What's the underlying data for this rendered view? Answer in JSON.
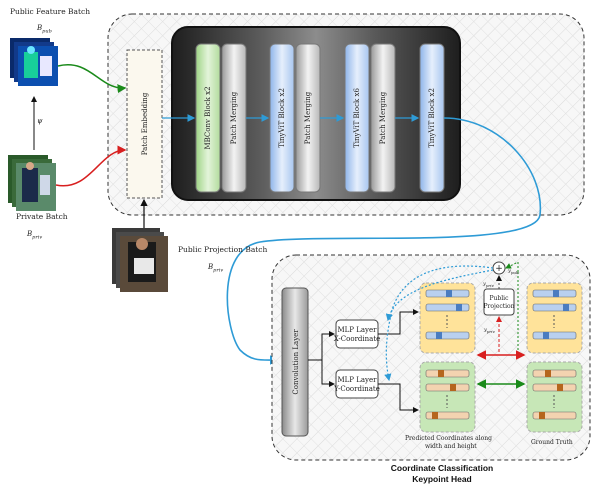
{
  "inputs": {
    "public_feature_batch": "Public Feature Batch",
    "b_pub": "B_pub",
    "psi": "ψ",
    "private_batch": "Private Batch",
    "b_priv": "B_priv",
    "public_projection_batch": "Public Projection Batch",
    "b_priv_proj": "B_priv"
  },
  "backbone": {
    "patch_embedding": "Patch Embedding",
    "blocks": [
      "MBConv Block x2",
      "Patch Merging",
      "TinyViT Block x2",
      "Patch Merging",
      "TinyViT Block x6",
      "Patch Merging",
      "TinyViT Block x2"
    ]
  },
  "head": {
    "conv_layer": "Convolution Layer",
    "mlp_x_line1": "MLP Layer",
    "mlp_x_line2": "X-Coordinate",
    "mlp_y_line1": "MLP Layer",
    "mlp_y_line2": "Y-Coordinate",
    "public_projection_line1": "Public",
    "public_projection_line2": "Projection",
    "plus": "+",
    "y_pub": "y_pub",
    "y_priv_top": "y_priv",
    "y_priv_mid": "y_priv",
    "predicted_caption_line1": "Predicted Coordinates along",
    "predicted_caption_line2": "width and height",
    "ground_truth": "Ground Truth",
    "title_line1": "Coordinate Classification",
    "title_line2": "Keypoint Head"
  },
  "colors": {
    "mbconv": "#c5e6b4",
    "tinyvit": "#bcd3f2",
    "merging": "#d9d9d9",
    "dark_panel": "#2b2b2b",
    "feat_yellow": "#ffe39a",
    "feat_green": "#c7e7b7",
    "arrow_blue": "#2e9bd6",
    "arrow_green": "#1a8a1a",
    "arrow_red": "#d81f1f"
  }
}
